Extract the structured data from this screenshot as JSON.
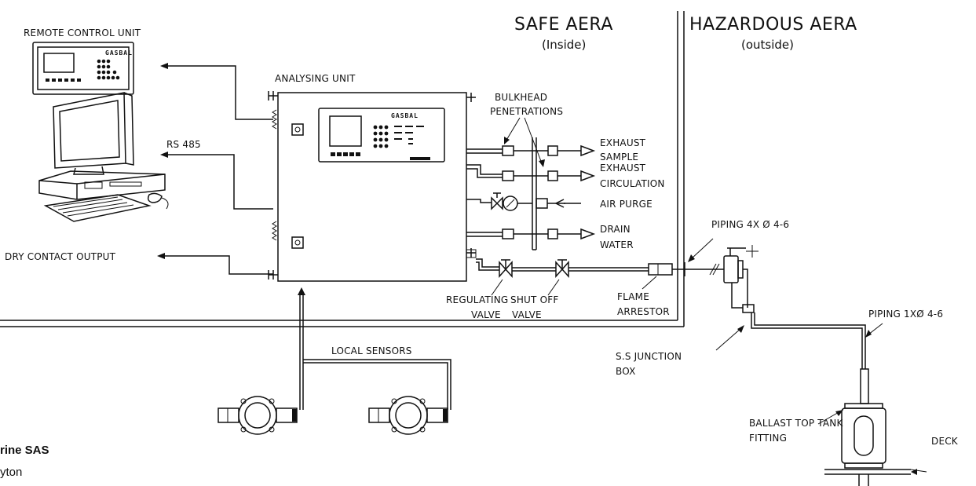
{
  "zones": {
    "safe_title": "SAFE AERA",
    "safe_sub": "(Inside)",
    "hazard_title": "HAZARDOUS AERA",
    "hazard_sub": "(outside)"
  },
  "labels": {
    "remote_control_unit": "REMOTE CONTROL UNIT",
    "analysing_unit": "ANALYSING UNIT",
    "bulkhead_1": "BULKHEAD",
    "bulkhead_2": "PENETRATIONS",
    "rs485": "RS 485",
    "exhaust_sample_1": "EXHAUST",
    "exhaust_sample_2": "SAMPLE",
    "exhaust_circ_1": "EXHAUST",
    "exhaust_circ_2": "CIRCULATION",
    "air_purge": "AIR PURGE",
    "drain_1": "DRAIN",
    "drain_2": "WATER",
    "piping_4x": "PIPING 4X Ø 4-6",
    "dry_contact": "DRY CONTACT OUTPUT",
    "regulating_1": "REGULATING",
    "regulating_2": "VALVE",
    "shutoff_1": "SHUT OFF",
    "shutoff_2": "VALVE",
    "flame_1": "FLAME",
    "flame_2": "ARRESTOR",
    "piping_1x": "PIPING 1XØ 4-6",
    "local_sensors": "LOCAL SENSORS",
    "junction_1": "S.S JUNCTION",
    "junction_2": "BOX",
    "ballast_1": "BALLAST TOP TANK",
    "ballast_2": "FITTING",
    "deck": "DECK",
    "company": "rine SAS",
    "city": "yton"
  },
  "logos": {
    "device_brand": "GASBAL"
  }
}
